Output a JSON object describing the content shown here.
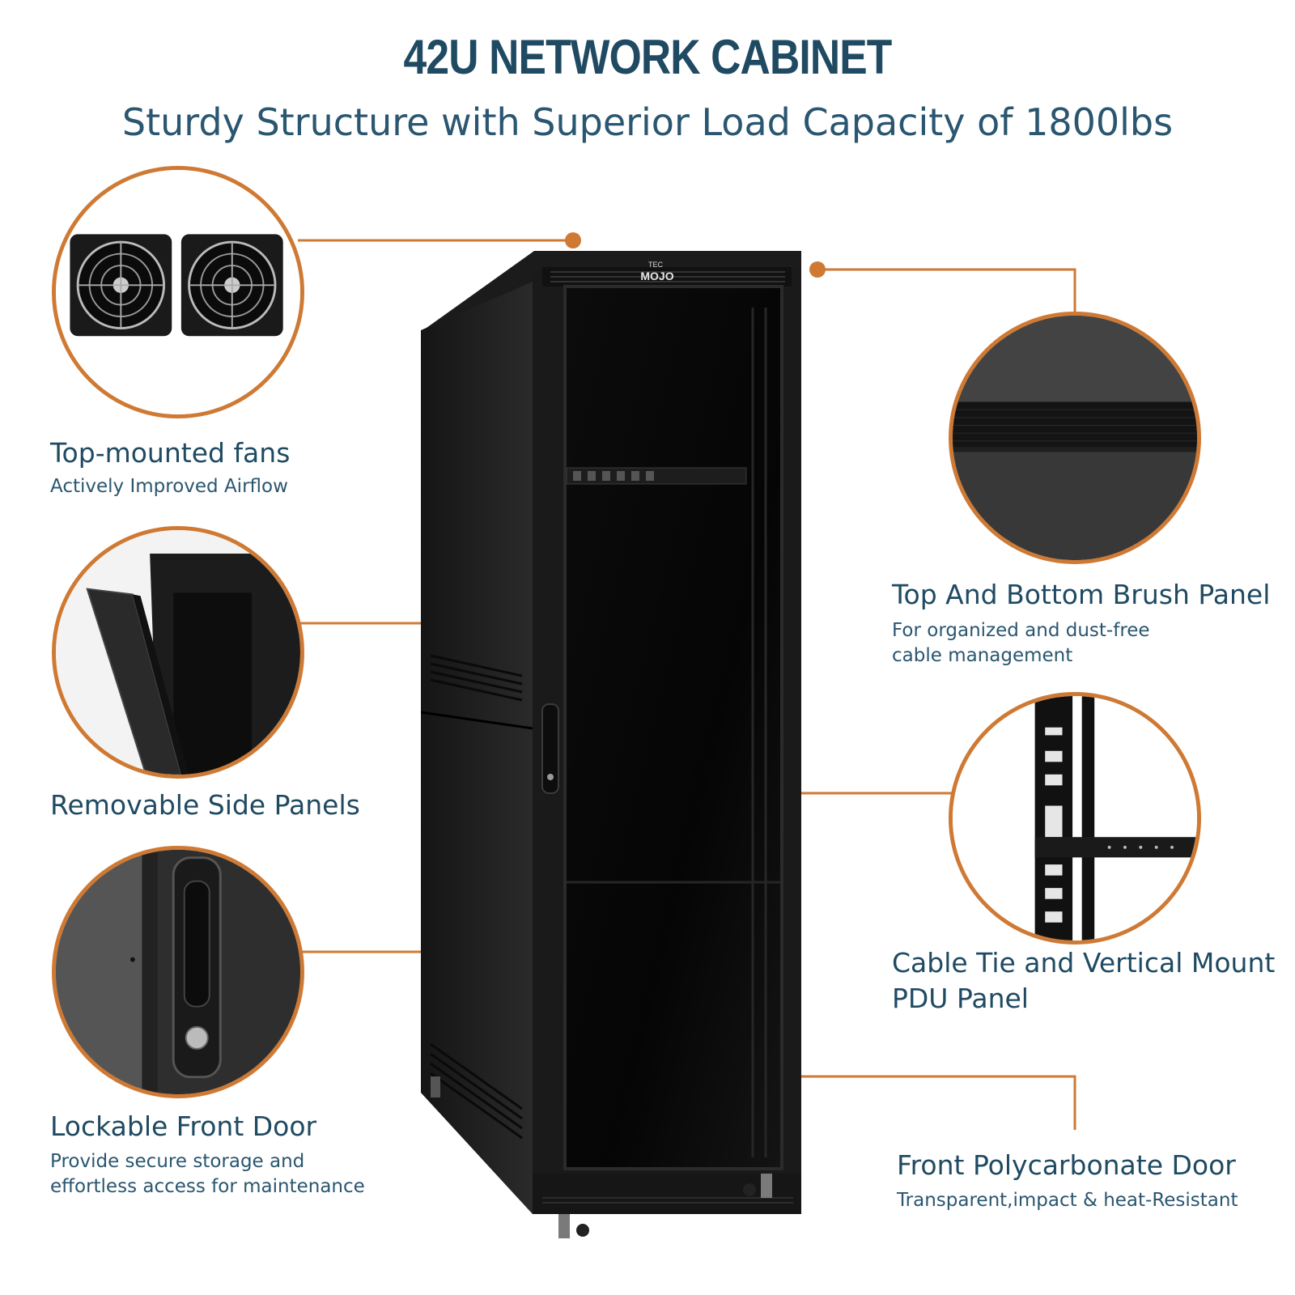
{
  "header": {
    "title": "42U NETWORK CABINET",
    "subtitle": "Sturdy Structure with Superior Load Capacity of 1800lbs"
  },
  "brand": {
    "logo_small": "TEC",
    "logo_main": "MOJO"
  },
  "accent_color": "#cf7a34",
  "text_color": "#1f4a62",
  "features": {
    "fans": {
      "title": "Top-mounted fans",
      "desc": [
        "Actively Improved Airflow"
      ],
      "icon": "fan-icon"
    },
    "side_panels": {
      "title": "Removable Side Panels",
      "desc": [],
      "icon": "side-panel-icon"
    },
    "front_door_lock": {
      "title": "Lockable Front Door",
      "desc": [
        "Provide secure storage and",
        "effortless access for maintenance"
      ],
      "icon": "lock-handle-icon"
    },
    "brush_panel": {
      "title": "Top And Bottom Brush Panel",
      "desc": [
        "For organized and dust-free",
        "cable management"
      ],
      "icon": "brush-panel-icon"
    },
    "pdu_panel": {
      "title": [
        "Cable Tie and Vertical Mount",
        "PDU Panel"
      ],
      "desc": [],
      "icon": "pdu-rail-icon"
    },
    "poly_door": {
      "title": "Front Polycarbonate Door",
      "desc": [
        "Transparent,impact & heat-Resistant"
      ],
      "icon": "door-icon"
    }
  }
}
